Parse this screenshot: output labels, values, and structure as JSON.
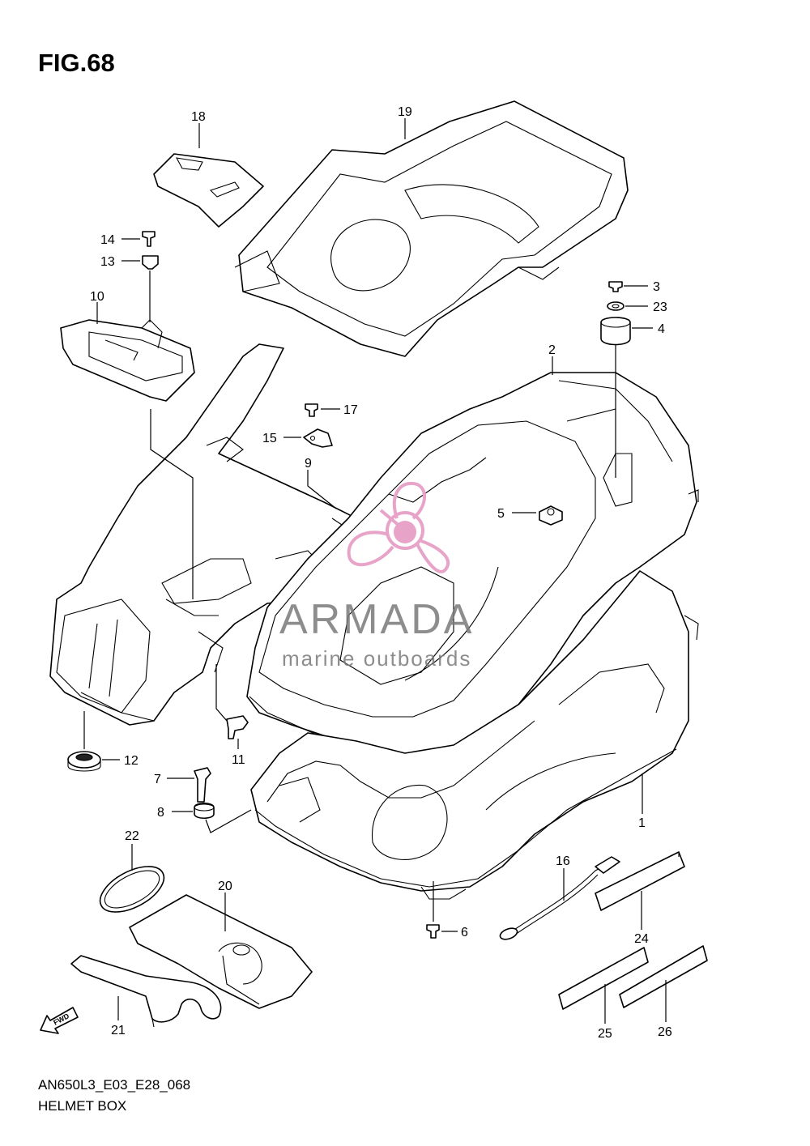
{
  "figure": {
    "title": "FIG.68",
    "code": "AN650L3_E03_E28_068",
    "name": "HELMET BOX"
  },
  "watermark": {
    "brand": "ARMADA",
    "tagline": "marine outboards",
    "logo_color": "#e8a3c9"
  },
  "fwd_label": "FWD",
  "callouts": {
    "c1": "1",
    "c2": "2",
    "c3": "3",
    "c4": "4",
    "c5": "5",
    "c6": "6",
    "c7": "7",
    "c8": "8",
    "c9": "9",
    "c10": "10",
    "c11": "11",
    "c12": "12",
    "c13": "13",
    "c14": "14",
    "c15": "15",
    "c16": "16",
    "c17": "17",
    "c18": "18",
    "c19": "19",
    "c20": "20",
    "c21": "21",
    "c22": "22",
    "c23": "23",
    "c24": "24",
    "c25": "25",
    "c26": "26"
  }
}
